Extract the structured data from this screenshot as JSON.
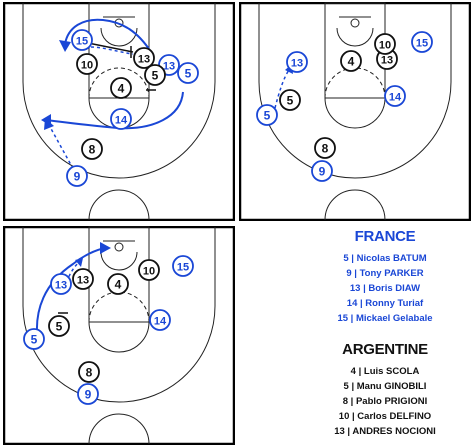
{
  "colors": {
    "france": "#1a47d6",
    "argentina": "#111111",
    "court_line": "#222222",
    "court_frame": "#000000"
  },
  "panels": [
    {
      "id": "top-left",
      "players": [
        {
          "number": "15",
          "team": "france"
        },
        {
          "number": "13",
          "team": "argentina"
        },
        {
          "number": "10",
          "team": "argentina"
        },
        {
          "number": "13",
          "team": "france"
        },
        {
          "number": "5",
          "team": "argentina"
        },
        {
          "number": "5",
          "team": "france"
        },
        {
          "number": "4",
          "team": "argentina"
        },
        {
          "number": "14",
          "team": "france"
        },
        {
          "number": "8",
          "team": "argentina"
        },
        {
          "number": "9",
          "team": "france"
        }
      ]
    },
    {
      "id": "top-right",
      "players": [
        {
          "number": "13",
          "team": "argentina"
        },
        {
          "number": "10",
          "team": "argentina"
        },
        {
          "number": "15",
          "team": "france"
        },
        {
          "number": "13",
          "team": "france"
        },
        {
          "number": "4",
          "team": "argentina"
        },
        {
          "number": "5",
          "team": "argentina"
        },
        {
          "number": "14",
          "team": "france"
        },
        {
          "number": "5",
          "team": "france"
        },
        {
          "number": "8",
          "team": "argentina"
        },
        {
          "number": "9",
          "team": "france"
        }
      ]
    },
    {
      "id": "bottom-left",
      "players": [
        {
          "number": "13",
          "team": "argentina"
        },
        {
          "number": "10",
          "team": "argentina"
        },
        {
          "number": "15",
          "team": "france"
        },
        {
          "number": "13",
          "team": "france"
        },
        {
          "number": "4",
          "team": "argentina"
        },
        {
          "number": "5",
          "team": "argentina"
        },
        {
          "number": "14",
          "team": "france"
        },
        {
          "number": "5",
          "team": "france"
        },
        {
          "number": "8",
          "team": "argentina"
        },
        {
          "number": "9",
          "team": "france"
        }
      ]
    }
  ],
  "legend": {
    "france": {
      "title": "FRANCE",
      "roster": [
        "5 | Nicolas BATUM",
        "9 | Tony PARKER",
        "13 | Boris DIAW",
        "14 | Ronny Turiaf",
        "15 | Mickael Gelabale"
      ]
    },
    "argentina": {
      "title": "ARGENTINE",
      "roster": [
        "4 | Luis SCOLA",
        "5 | Manu GINOBILI",
        "8 | Pablo PRIGIONI",
        "10 | Carlos DELFINO",
        "13 | ANDRES NOCIONI"
      ]
    }
  }
}
